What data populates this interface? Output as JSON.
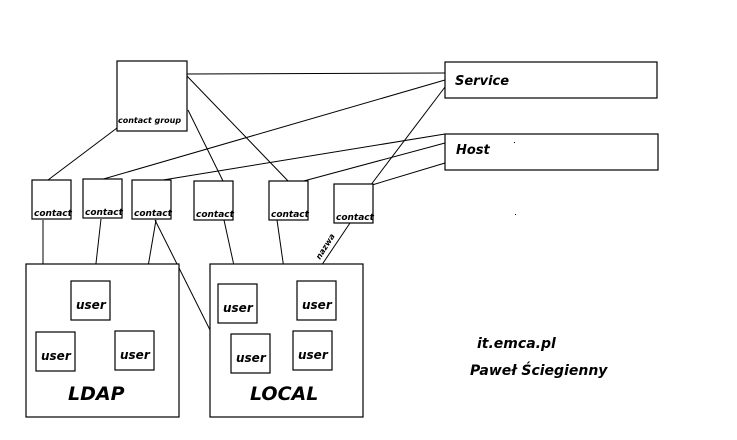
{
  "diagram": {
    "nodes": {
      "contact_group": {
        "label": "contact group"
      },
      "service": {
        "label": "Service"
      },
      "host": {
        "label": "Host"
      },
      "contacts": [
        {
          "label": "contact"
        },
        {
          "label": "contact"
        },
        {
          "label": "contact"
        },
        {
          "label": "contact"
        },
        {
          "label": "contact"
        },
        {
          "label": "contact"
        }
      ],
      "groups": [
        {
          "label": "LDAP"
        },
        {
          "label": "LOCAL"
        }
      ],
      "users": [
        {
          "label": "user",
          "group": "LDAP"
        },
        {
          "label": "user",
          "group": "LDAP"
        },
        {
          "label": "user",
          "group": "LDAP"
        },
        {
          "label": "user",
          "group": "LOCAL"
        },
        {
          "label": "user",
          "group": "LOCAL"
        },
        {
          "label": "user",
          "group": "LOCAL"
        },
        {
          "label": "user",
          "group": "LOCAL"
        }
      ]
    },
    "edge_label": "nazwa",
    "credits": {
      "site": "it.emca.pl",
      "author": "Paweł Ściegienny"
    }
  }
}
